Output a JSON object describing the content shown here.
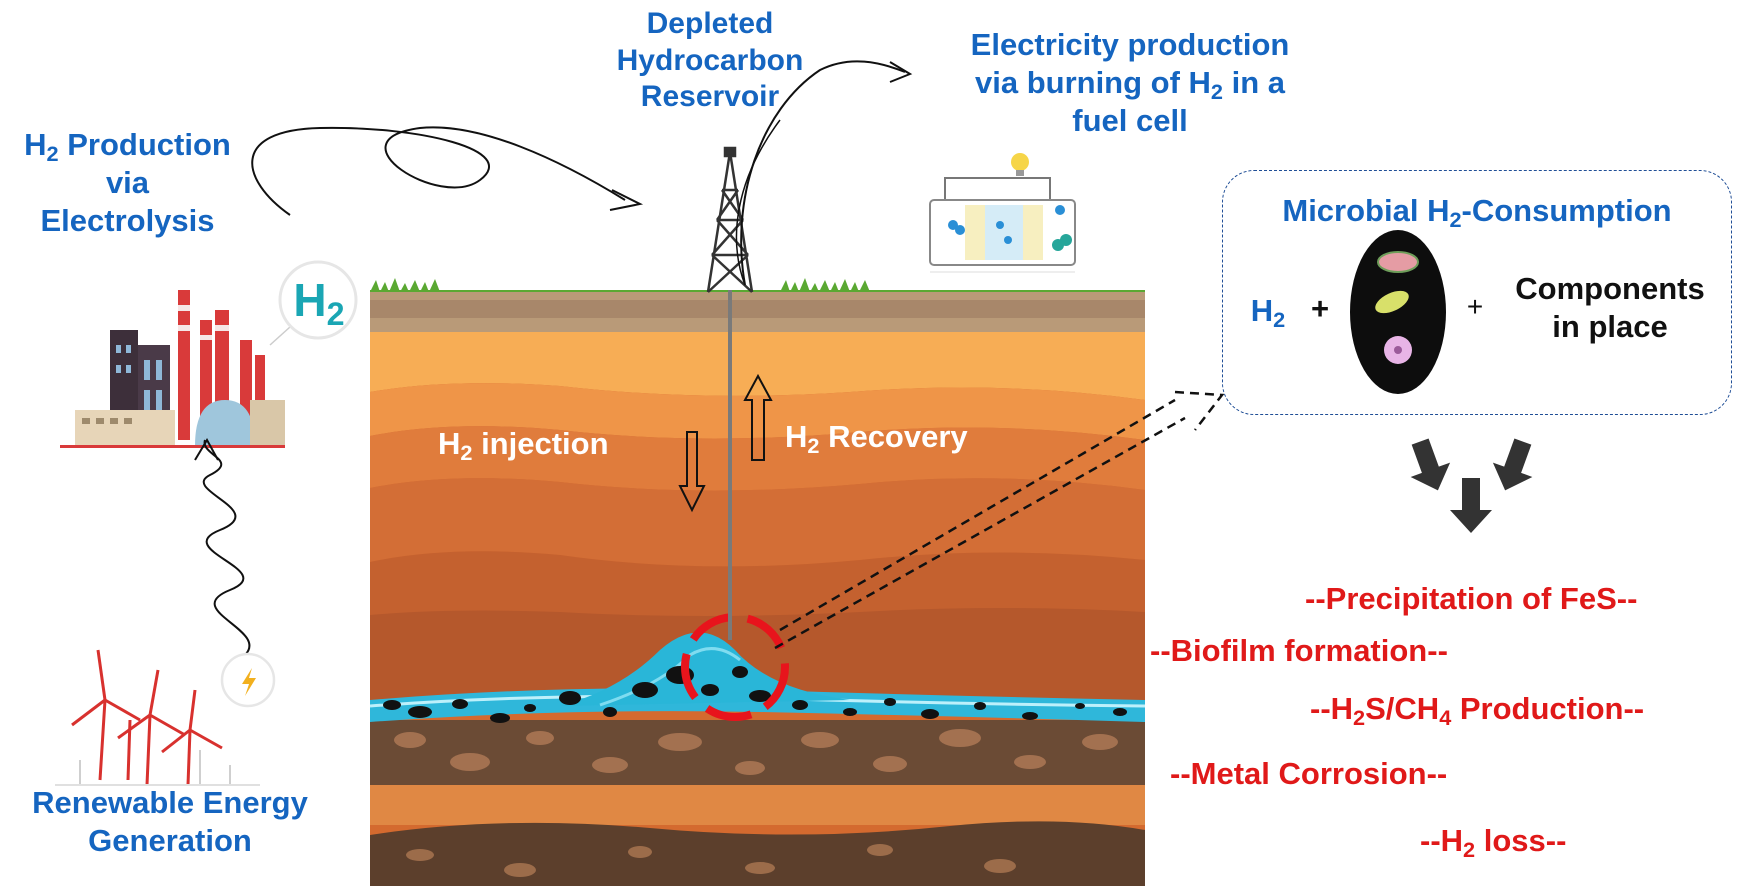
{
  "labels": {
    "depleted_reservoir": "Depleted Hydrocarbon Reservoir",
    "electricity_l1": "Electricity production",
    "electricity_l2_pre": "via burning of H",
    "electricity_l2_sub": "2",
    "electricity_l2_post": " in a",
    "electricity_l3": "fuel cell",
    "h2_prod_h": "H",
    "h2_prod_sub": "2",
    "h2_prod_rest": " Production",
    "h2_prod_l2": "via",
    "h2_prod_l3": "Electrolysis",
    "h2_circle_h": "H",
    "h2_circle_sub": "2",
    "renewable_l1": "Renewable Energy",
    "renewable_l2": "Generation",
    "injection_h": "H",
    "injection_sub": "2",
    "injection_rest": " injection",
    "recovery_h": "H",
    "recovery_sub": "2",
    "recovery_rest": " Recovery"
  },
  "microbial": {
    "title_pre": "Microbial H",
    "title_sub": "2",
    "title_post": "-Consumption",
    "h2_h": "H",
    "h2_sub": "2",
    "plus": "+",
    "components_l1": "Components",
    "components_l2": "in place"
  },
  "effects": {
    "fes": "--Precipitation of FeS--",
    "biofilm": "--Biofilm formation--",
    "h2s_pre": "--H",
    "h2s_sub1": "2",
    "h2s_mid": "S/CH",
    "h2s_sub2": "4",
    "h2s_post": " Production--",
    "corrosion": "--Metal Corrosion--",
    "loss_pre": "--H",
    "loss_sub": "2",
    "loss_post": " loss--"
  },
  "colors": {
    "label_blue": "#1565c0",
    "effect_red": "#e01919",
    "water": "#29b6d8",
    "highlight_ring": "#e8141c"
  },
  "icons": {
    "wind": "lightning-icon",
    "bulb": "light-bulb-icon",
    "arrows": "chevron-down-arrows-icon"
  }
}
